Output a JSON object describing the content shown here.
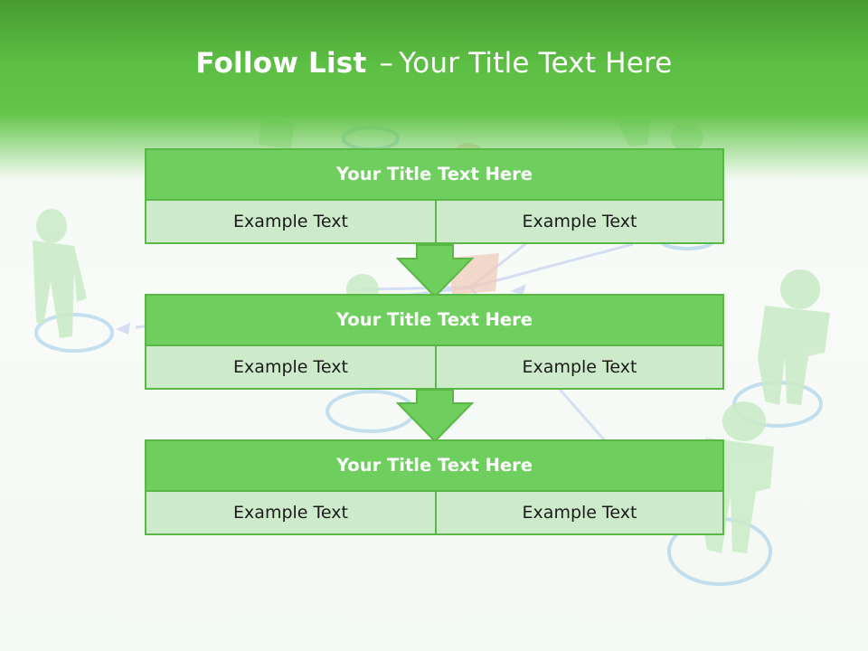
{
  "slide": {
    "title_bold": "Follow List",
    "title_dash": "–",
    "title_rest": "Your Title Text Here"
  },
  "rows": [
    {
      "title": "Your Title Text Here",
      "left": "Example Text",
      "right": "Example Text"
    },
    {
      "title": "Your Title Text Here",
      "left": "Example Text",
      "right": "Example Text"
    },
    {
      "title": "Your Title Text Here",
      "left": "Example Text",
      "right": "Example Text"
    }
  ],
  "colors": {
    "header_green": "#5cbe43",
    "table_header": "#6fcf5e",
    "table_body": "#cdebcb",
    "border": "#58b745",
    "figure": "#c9ebc6"
  }
}
